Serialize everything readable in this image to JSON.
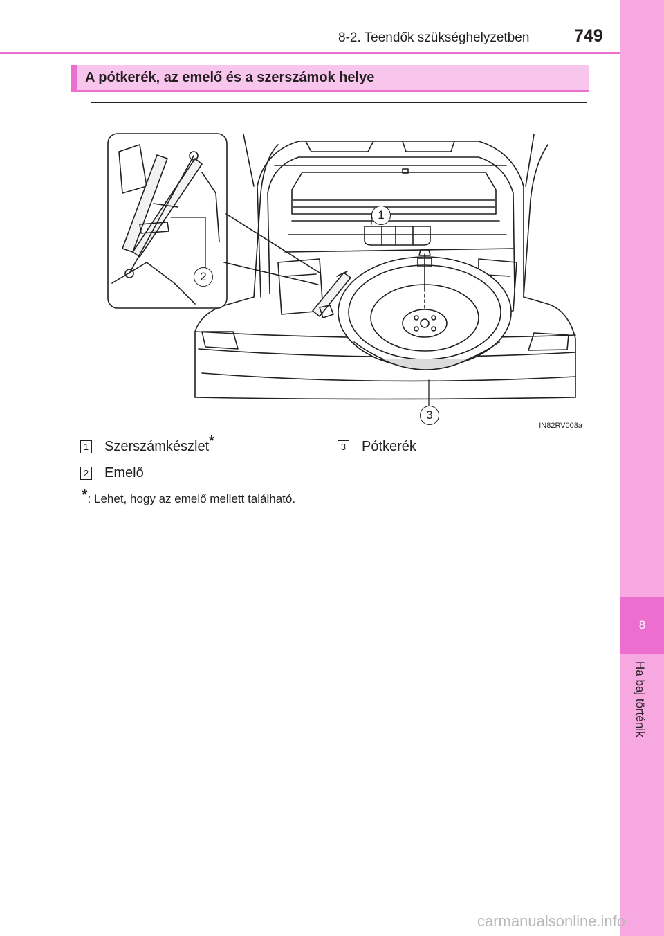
{
  "header": {
    "breadcrumb": "8-2. Teendők szükséghelyzetben",
    "page_number": "749"
  },
  "side_tab": {
    "chapter_number": "8",
    "chapter_title": "Ha baj történik"
  },
  "section": {
    "title": "A pótkerék, az emelő és a szerszámok helye"
  },
  "figure": {
    "code": "IN82RV003a",
    "callouts": [
      "1",
      "2",
      "3"
    ]
  },
  "legend": [
    {
      "number": "1",
      "label": "Szerszámkészlet",
      "marker": "*"
    },
    {
      "number": "2",
      "label": "Emelő"
    },
    {
      "number": "3",
      "label": "Pótkerék"
    }
  ],
  "footnote": {
    "marker": "*",
    "text": ": Lehet, hogy az emelő mellett található."
  },
  "watermark": "carmanualsonline.info",
  "colors": {
    "accent": "#ec6fd0",
    "tab": "#f7a8e0",
    "title_bar": "#f8c6ec"
  }
}
